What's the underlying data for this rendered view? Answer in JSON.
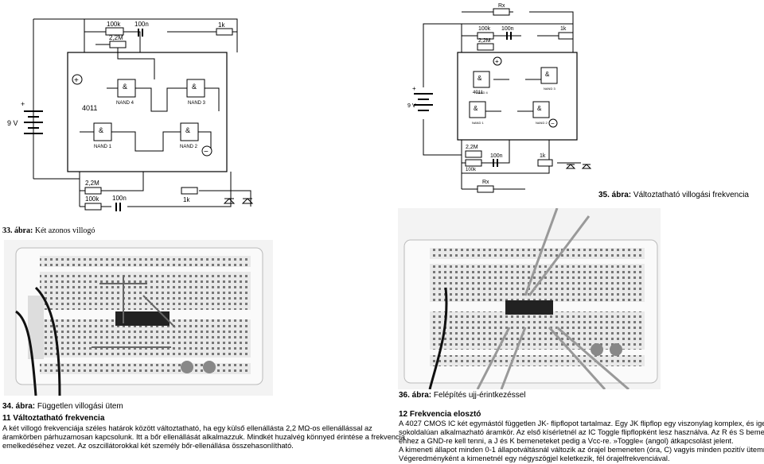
{
  "figures": {
    "fig33": {
      "num": "33. ábra:",
      "text": " Két azonos villogó"
    },
    "fig34": {
      "num": "34. ábra:",
      "text": " Független villogási ütem"
    },
    "fig35": {
      "num": "35. ábra:",
      "text": " Változtatható villogási frekvencia"
    },
    "fig36": {
      "num": "36. ábra:",
      "text": " Felépítés ujj-érintkezéssel"
    }
  },
  "left_circuit": {
    "ic": "4011",
    "gates": [
      "NAND 4",
      "NAND 3",
      "NAND 1",
      "NAND 2"
    ],
    "gate_symbol": "&",
    "supply": "9 V",
    "plus": "+",
    "minus": "−",
    "components": {
      "r100k_top": "100k",
      "c100n_top": "100n",
      "r22m_top": "2,2M",
      "r1k_top": "1k",
      "r22m_bot": "2,2M",
      "r100k_bot": "100k",
      "c100n_bot": "100n",
      "r1k_bot": "1k"
    }
  },
  "right_circuit": {
    "ic": "4011",
    "gates": [
      "NAND 4",
      "NAND 3",
      "NAND 1",
      "NAND 2"
    ],
    "gate_symbol": "&",
    "supply": "9 V",
    "plus": "+",
    "minus": "−",
    "components": {
      "rx_top": "Rx",
      "r100k_top": "100k",
      "c100n_top": "100n",
      "r22m_top": "2,2M",
      "r1k_top": "1k",
      "r22m_bot": "2,2M",
      "r100k_bot": "100k",
      "c100n_bot": "100n",
      "r1k_bot": "1k",
      "rx_bot": "Rx"
    }
  },
  "section11": {
    "heading": "11 Változtatható frekvencia",
    "lines": [
      "A két villogó frekvenciája széles határok között változtatható, ha egy külső ellenállásta 2,2 MΩ-os ellenállással az",
      "áramkörben párhuzamosan kapcsolunk.  Itt a bőr ellenállását alkalmazzuk.  Mindkét huzalvég könnyed érintése a frekvencia",
      "emelkedéséhez vezet.  Az oszcillátorokkal két személy bőr-ellenállása összehasonlítható."
    ]
  },
  "section12": {
    "heading": "12 Frekvencia elosztó",
    "lines": [
      "A 4027 CMOS IC két egymástól független JK- flipflopot tartalmaz. Egy JK flipflop egy viszonylag komplex, és igen",
      "sokoldalúan alkalmazható áramkör.  Az első kísérletnél az IC Toggle flipflopként lesz   használva.  Az R és S bemeneteket",
      "ehhez a GND-re kell tenni, a J és K bemeneteket pedig a Vcc-re. »Toggle« (angol) átkapcsolást jelent.",
      "A kimeneti állapot minden 0-1 állapotváltásnál változik az órajel bemeneten (óra, C) vagyis minden pozitív ütemrésznél.",
      "Végeredményként a kimenetnél egy négyszögjel keletkezik, fél órajelfrekvenciával."
    ]
  }
}
